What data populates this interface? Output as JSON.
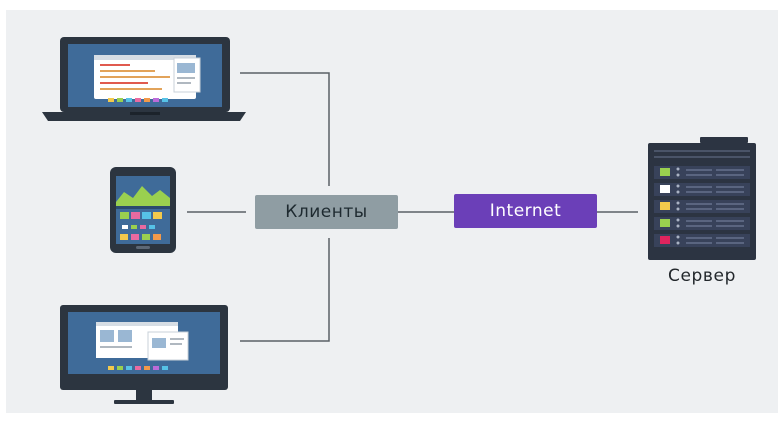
{
  "nodes": {
    "clients_label": "Клиенты",
    "internet_label": "Internet",
    "server_label": "Сервер"
  },
  "devices": [
    "laptop-icon",
    "smartphone-icon",
    "desktop-monitor-icon",
    "server-rack-icon"
  ],
  "colors": {
    "background": "#eef0f2",
    "clients_box": "#8f9da3",
    "internet_box": "#6b3fb8",
    "lines": "#5a6066",
    "device_frame": "#2c3540",
    "screen": "#3f6b99",
    "server_body": "#2c3442"
  }
}
